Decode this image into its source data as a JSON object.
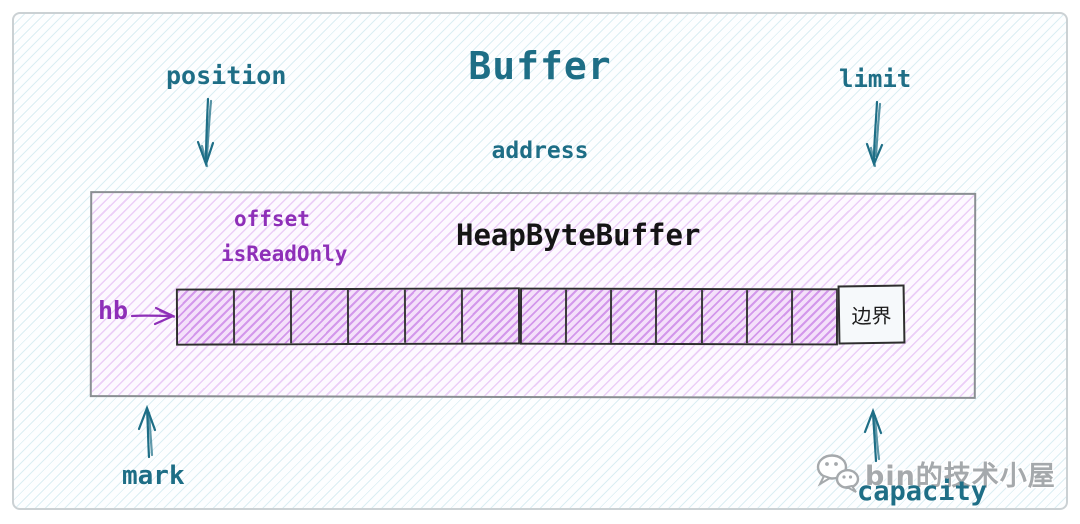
{
  "diagram": {
    "title": "Buffer",
    "top_labels": {
      "position": "position",
      "address": "address",
      "limit": "limit"
    },
    "bottom_labels": {
      "mark": "mark",
      "capacity": "capacity"
    },
    "buffer_box": {
      "fields": {
        "offset": "offset",
        "is_read_only": "isReadOnly"
      },
      "class_name": "HeapByteBuffer",
      "array_ref": "hb",
      "boundary_label": "边界",
      "segments": {
        "segment1_cells": 6,
        "segment2_cells": 7
      }
    },
    "colors": {
      "teal": "#1e6e86",
      "purple_text": "#8e2fb8",
      "box_border": "#8a8f93",
      "frame_border": "#cbd1d4",
      "array_border": "#2e2e2e",
      "watermark_gray": "#a5a9ac"
    },
    "icons": {
      "watermark": "wechat-icon"
    },
    "watermark": {
      "text": "bin的技术小屋"
    }
  }
}
